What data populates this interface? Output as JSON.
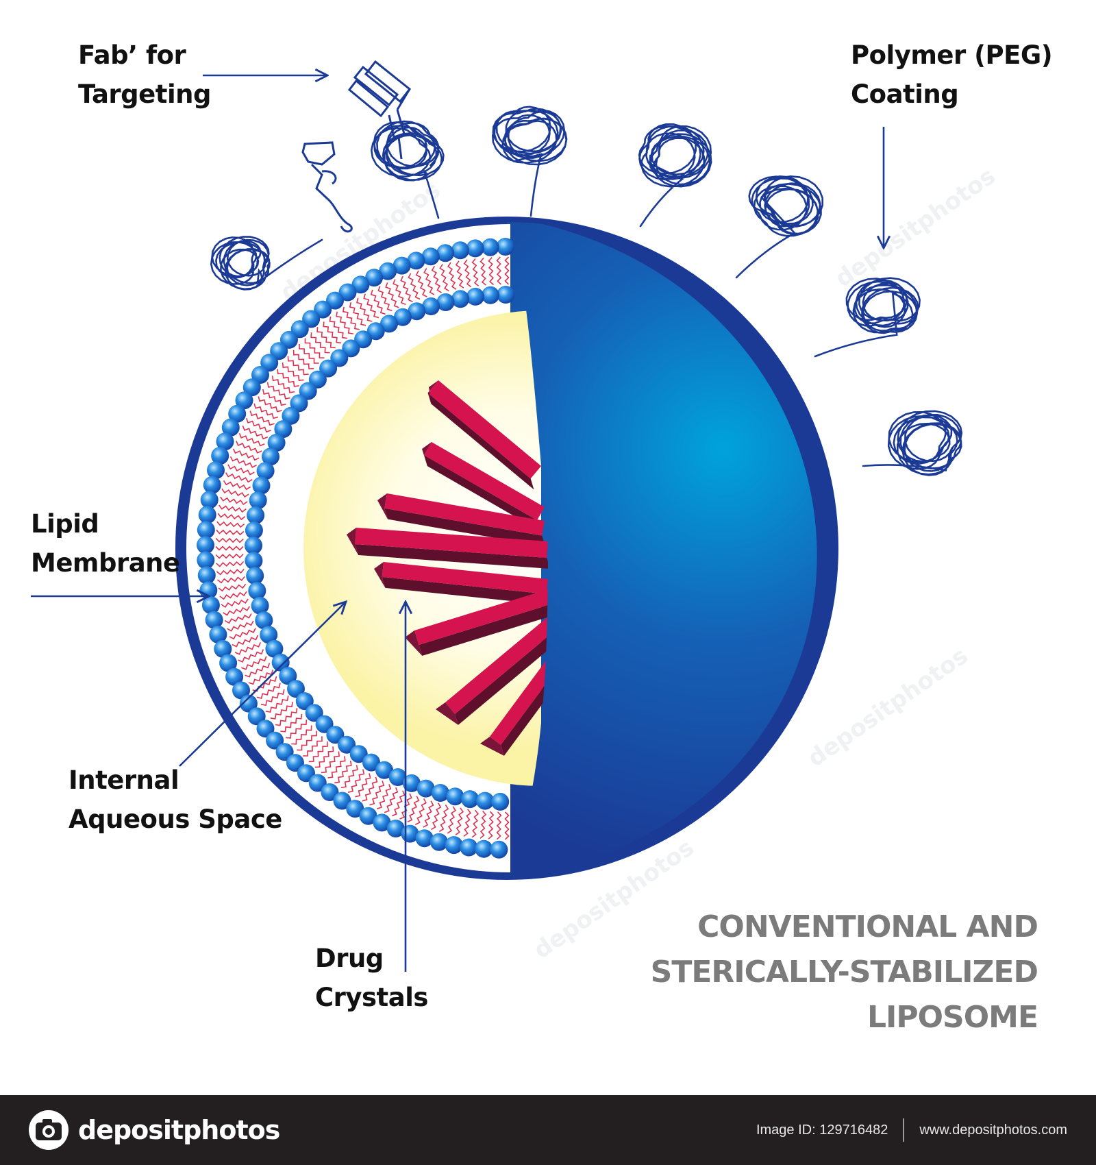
{
  "labels": {
    "fab_line1": "Fab’ for",
    "fab_line2": "Targeting",
    "peg_line1": "Polymer (PEG)",
    "peg_line2": "Coating",
    "lipid_line1": "Lipid",
    "lipid_line2": "Membrane",
    "aqueous_line1": "Internal",
    "aqueous_line2": "Aqueous Space",
    "drug_line1": "Drug",
    "drug_line2": "Crystals"
  },
  "title": {
    "line1": "CONVENTIONAL AND",
    "line2": "STERICALLY-STABILIZED",
    "line3": "LIPOSOME"
  },
  "watermark": "depositphotos",
  "footer": {
    "brand": "depositphotos",
    "image_id": "Image ID: 129716482",
    "url": "www.depositphotos.com"
  },
  "colors": {
    "sphere_dark": "#1b3a95",
    "sphere_light": "#00a3dd",
    "bead": "#1f7fd6",
    "lipid_tail": "#e0304f",
    "aqueous_core": "#fdf7b0",
    "crystal_face": "#d4134f",
    "crystal_side": "#5e0f2c",
    "peg_coil": "#1b3a95",
    "title_gray": "#7b7b7b",
    "footer_bg": "#231f20"
  }
}
